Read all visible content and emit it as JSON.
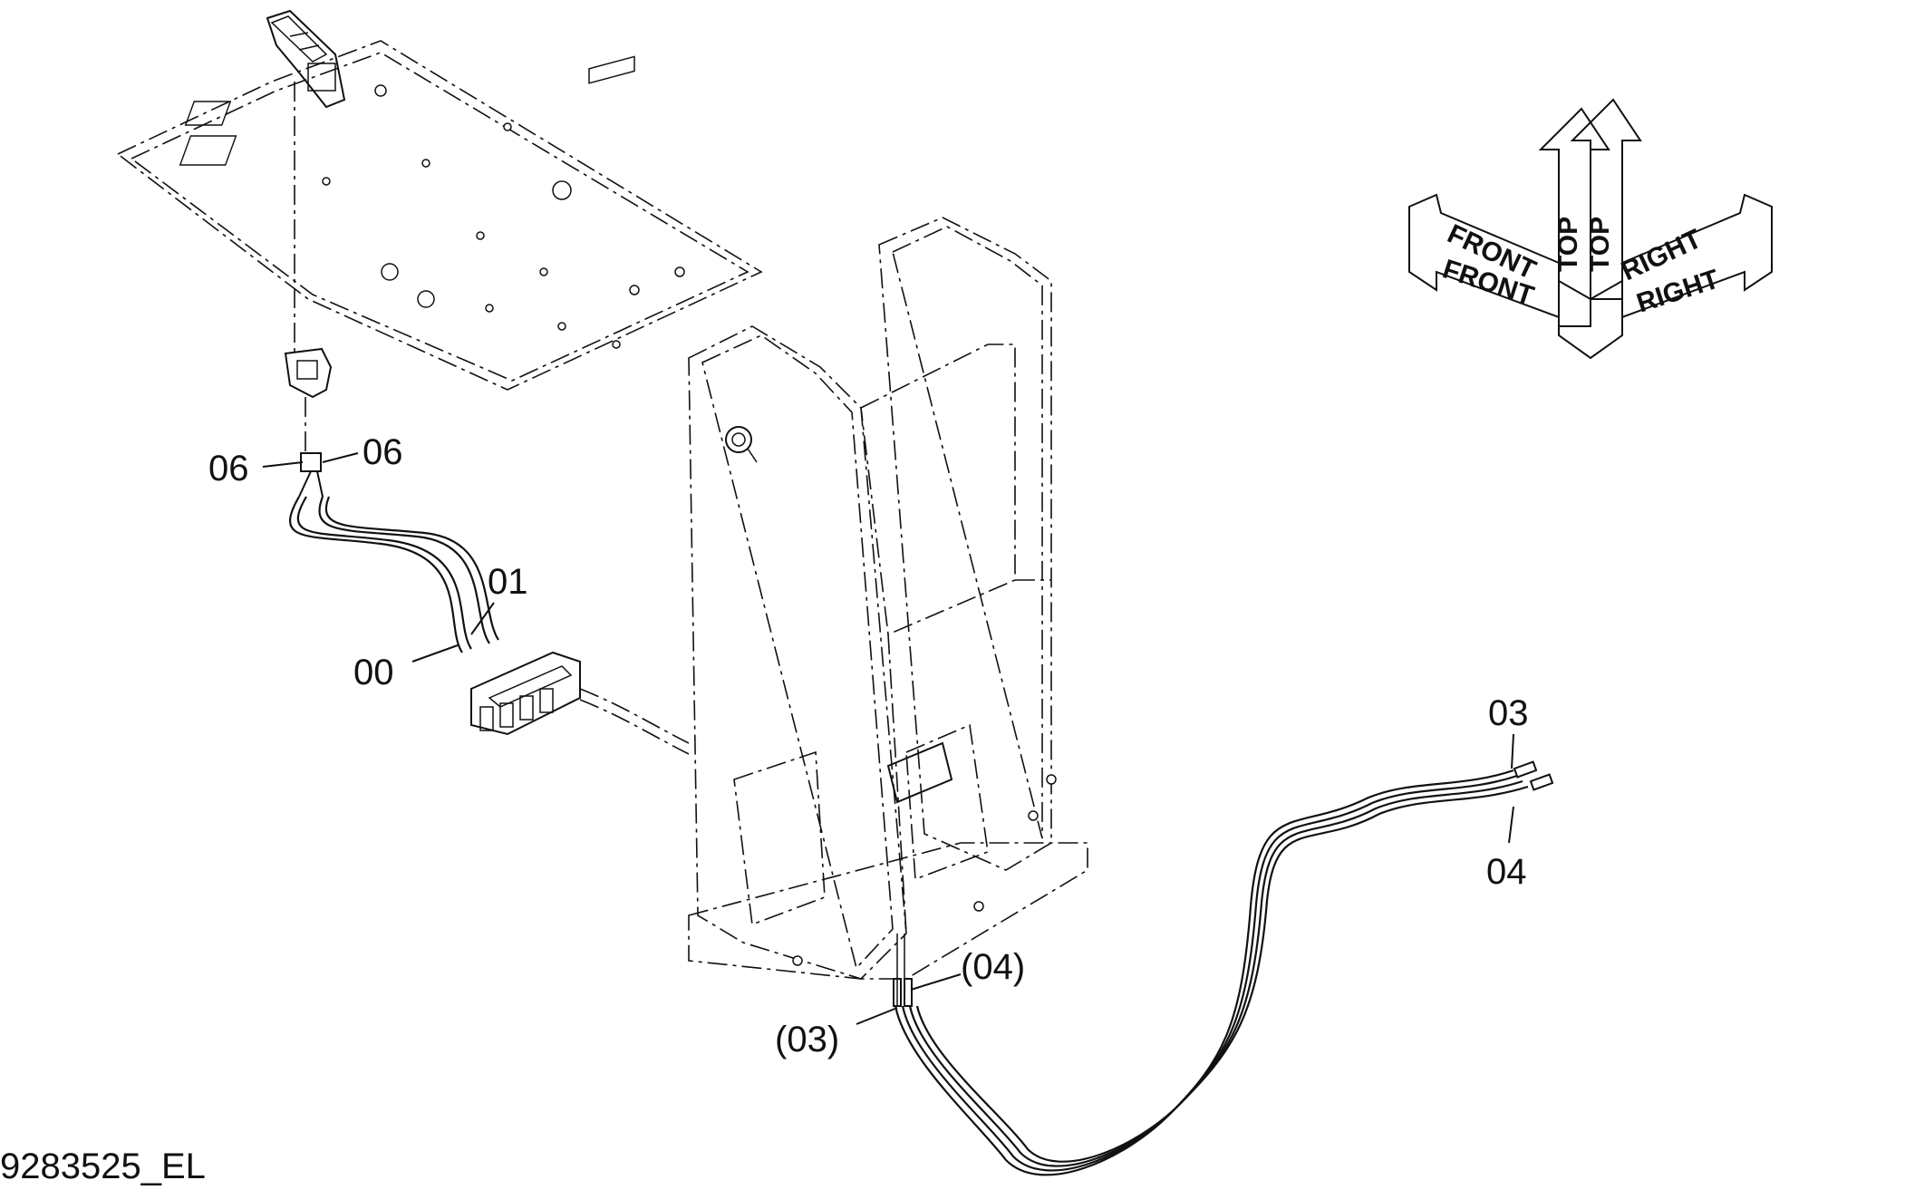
{
  "document_id": "9283525_EL",
  "part_labels": {
    "label_06_left": "06",
    "label_06_right": "06",
    "label_01": "01",
    "label_00": "00",
    "label_03": "03",
    "label_04": "04",
    "label_03_paren": "(03)",
    "label_04_paren": "(04)"
  },
  "orientation": {
    "front_1": "FRONT",
    "front_2": "FRONT",
    "top_1": "TOP",
    "top_2": "TOP",
    "right_1": "RIGHT",
    "right_2": "RIGHT"
  }
}
